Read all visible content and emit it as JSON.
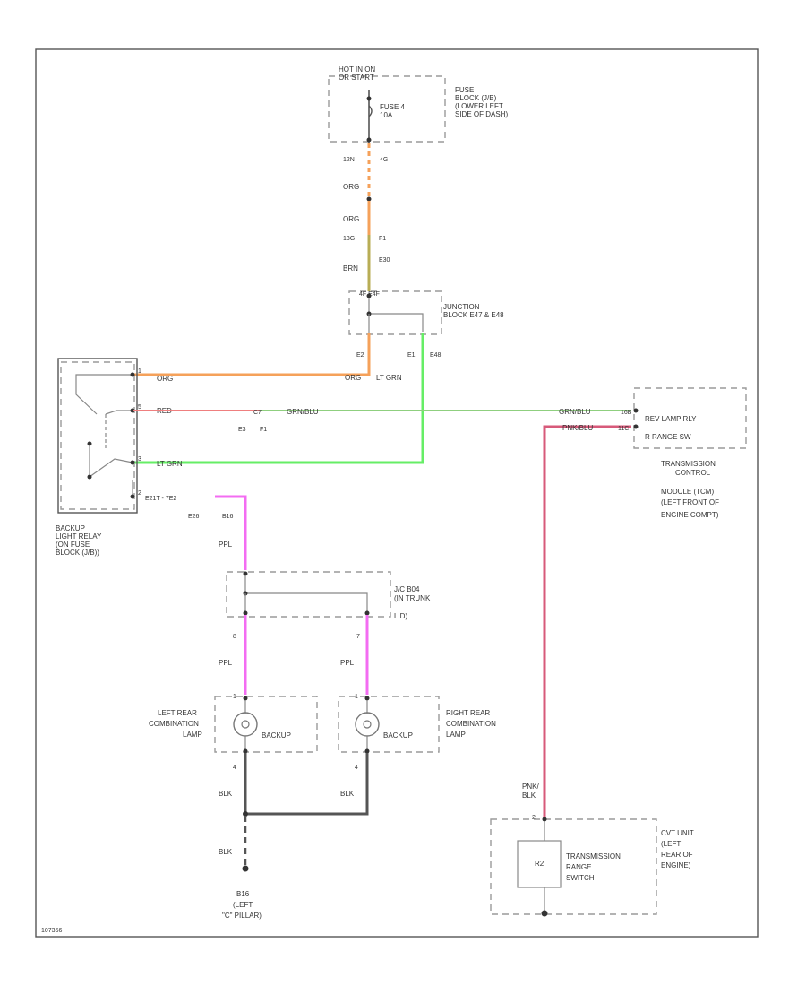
{
  "fuse_block": {
    "hot_label": [
      "HOT IN ON",
      "OR START"
    ],
    "fuse_label": [
      "FUSE 4",
      "10A"
    ],
    "location": [
      "FUSE",
      "BLOCK (J/B)",
      "(LOWER LEFT",
      "SIDE OF DASH)"
    ],
    "pins": [
      "12N",
      "4G"
    ]
  },
  "upper_wire": {
    "color1": "ORG",
    "color2": "ORG",
    "connector": "13G",
    "connector_pin": "F1",
    "connector_name": "E30",
    "color3": "BRN"
  },
  "junction_block": {
    "top_pins": "4F  E4F",
    "label": [
      "JUNCTION",
      "BLOCK E47 & E48"
    ],
    "pin_left": "E2",
    "pin_right": "E1",
    "connector_name": "E48"
  },
  "relay": {
    "label": [
      "BACKUP",
      "LIGHT RELAY",
      "(ON FUSE",
      "BLOCK (J/B))"
    ],
    "pin1": "1",
    "pin2": "5",
    "pin3": "3",
    "pin4": "2",
    "wire1": "ORG",
    "wire2": "RED",
    "wire3": "LT GRN",
    "wire4": "E21T - 7E2"
  },
  "wires": {
    "orange_right": "ORG",
    "lt_grn_right": "LT GRN",
    "green_middle": "GRN/BLU",
    "connector_e3": "E3",
    "connector_f1": "F1",
    "connector_c7": "C7",
    "green_right": "GRN/BLU",
    "green_pin": "16B",
    "pink_upper": "PNK/BLU",
    "pink_pin": "11C",
    "pink_lower": [
      "PNK/",
      "BLK"
    ]
  },
  "pcm": {
    "labels": [
      "REV LAMP RLY",
      "R RANGE SW"
    ],
    "module": [
      "TRANSMISSION",
      "CONTROL",
      "MODULE (TCM)",
      "(LEFT FRONT OF",
      "ENGINE COMPT)"
    ]
  },
  "lower_branch": {
    "connector": "E26",
    "connector_pin": "B16",
    "color": "PPL"
  },
  "joint_connector": {
    "label": [
      "J/C B04",
      "(IN TRUNK",
      "LID)"
    ],
    "pin_left": "8",
    "pin_right": "7",
    "color_left": "PPL",
    "color_right": "PPL"
  },
  "lamps": {
    "left": {
      "label": [
        "LEFT REAR",
        "COMBINATION",
        "LAMP"
      ],
      "bulb": "BACKUP",
      "pin_top": "1",
      "pin_bottom": "4",
      "ground_color": "BLK"
    },
    "right": {
      "label": [
        "RIGHT REAR",
        "COMBINATION",
        "LAMP"
      ],
      "bulb": "BACKUP",
      "pin_top": "1",
      "pin_bottom": "4",
      "ground_color": "BLK"
    }
  },
  "ground": {
    "color": "BLK",
    "label": [
      "B16",
      "(LEFT",
      "\"C\" PILLAR)"
    ]
  },
  "trans_switch": {
    "pin": "2",
    "switch_label": "R2",
    "name": [
      "TRANSMISSION",
      "RANGE",
      "SWITCH"
    ],
    "location": [
      "CVT UNIT",
      "(LEFT",
      "REAR OF",
      "ENGINE)"
    ]
  },
  "footer": "107356",
  "colors": {
    "orange": "#f5a15a",
    "olive": "#b8ad55",
    "red": "#ef7f7f",
    "green_light": "#66ee66",
    "green_mid": "#8fcf7f",
    "pink": "#d75a7a",
    "magenta": "#f36cf2",
    "black": "#555555"
  }
}
